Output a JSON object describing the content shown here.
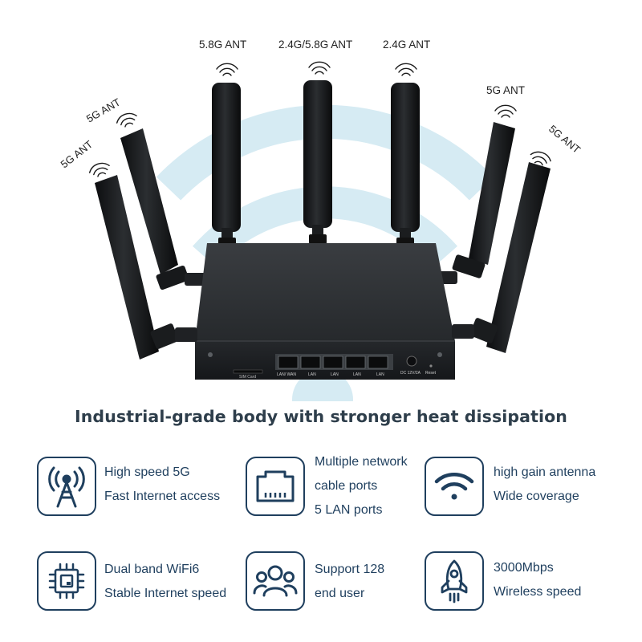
{
  "hero": {
    "antenna_labels": {
      "a1": "5G ANT",
      "a2": "5G ANT",
      "a3": "5.8G ANT",
      "a4": "2.4G/5.8G ANT",
      "a5": "2.4G ANT",
      "a6": "5G ANT",
      "a7": "5G ANT"
    },
    "panel": {
      "sim_label": "SIM Card",
      "port_labels": [
        "LAN/ WAN",
        "LAN",
        "LAN",
        "LAN",
        "LAN"
      ],
      "dc_label": "DC 12V/2A",
      "reset_label": "Reset"
    },
    "colors": {
      "wave": "#d6ebf3",
      "body": "#1e2124",
      "antenna": "#141618"
    }
  },
  "tagline": "Industrial-grade body with stronger heat dissipation",
  "features": [
    {
      "icon": "5g-tower-icon",
      "lines": [
        "High speed 5G",
        "Fast Internet access"
      ]
    },
    {
      "icon": "ethernet-port-icon",
      "lines": [
        "Multiple network",
        "cable ports",
        "5 LAN ports"
      ]
    },
    {
      "icon": "wifi-signal-icon",
      "lines": [
        "high gain antenna",
        "Wide coverage"
      ]
    },
    {
      "icon": "chip-icon",
      "lines": [
        "Dual band WiFi6",
        "Stable Internet speed"
      ]
    },
    {
      "icon": "users-icon",
      "lines": [
        "Support 128",
        "end user"
      ]
    },
    {
      "icon": "rocket-icon",
      "lines": [
        "3000Mbps",
        "Wireless speed"
      ]
    }
  ]
}
